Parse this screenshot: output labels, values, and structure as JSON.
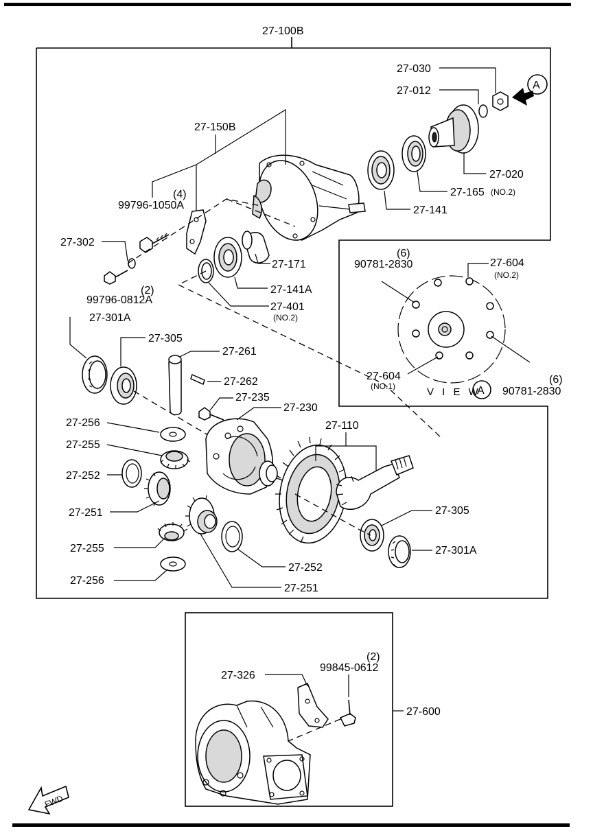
{
  "title": "27-100B",
  "view_label": "V I E W",
  "view_letter": "A",
  "callout_letter": "A",
  "fwd_label": "FWD",
  "labels": {
    "p27_030": "27-030",
    "p27_012": "27-012",
    "p27_020": "27-020",
    "p27_165": "27-165",
    "p27_165_sub": "(NO.2)",
    "p27_141": "27-141",
    "p27_150b": "27-150B",
    "p99796_1050a_qty": "(4)",
    "p99796_1050a": "99796-1050A",
    "p27_302": "27-302",
    "p27_171": "27-171",
    "p27_141a": "27-141A",
    "p99796_0812a_qty": "(2)",
    "p99796_0812a": "99796-0812A",
    "p27_401": "27-401",
    "p27_401_sub": "(NO.2)",
    "p27_301a_left": "27-301A",
    "p27_305_left": "27-305",
    "p27_261": "27-261",
    "p27_262": "27-262",
    "p27_235": "27-235",
    "p27_230": "27-230",
    "p27_110": "27-110",
    "p27_256_top": "27-256",
    "p27_255_top": "27-255",
    "p27_252_left": "27-252",
    "p27_251_left": "27-251",
    "p27_255_bottom": "27-255",
    "p27_256_bottom": "27-256",
    "p27_305_right": "27-305",
    "p27_301a_right": "27-301A",
    "p27_252_right": "27-252",
    "p27_251_right": "27-251",
    "p90781_top_qty": "(6)",
    "p90781_top": "90781-2830",
    "p27_604_no2": "27-604",
    "p27_604_no2_sub": "(NO.2)",
    "p27_604_no1": "27-604",
    "p27_604_no1_sub": "(NO.1)",
    "p90781_bottom_qty": "(6)",
    "p90781_bottom": "90781-2830",
    "p27_326": "27-326",
    "p99845_qty": "(2)",
    "p99845": "99845-0612",
    "p27_600": "27-600"
  }
}
